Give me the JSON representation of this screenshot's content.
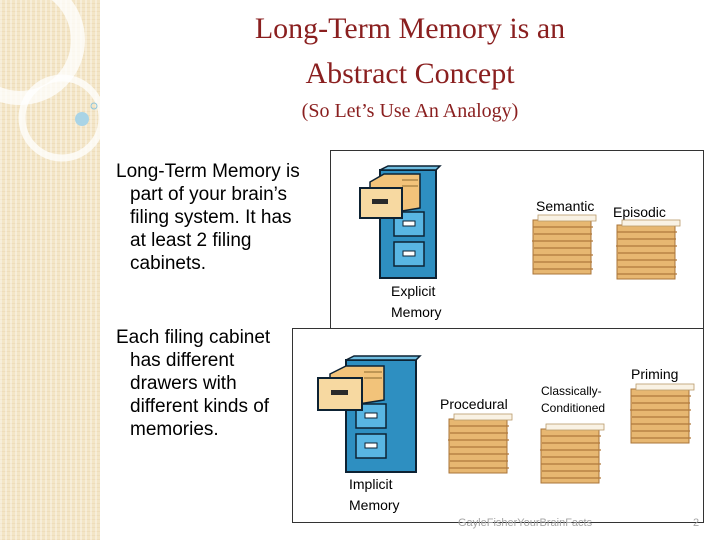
{
  "slide": {
    "title_line1": "Long-Term Memory is an",
    "title_line2": "Abstract Concept",
    "subtitle": "(So Let’s Use An Analogy)",
    "bullets": [
      "Long-Term Memory is part of your brain’s filing system.  It has at least 2 filing cabinets.",
      "Each filing cabinet has different drawers with different kinds of memories."
    ]
  },
  "explicit_panel": {
    "cabinet_label_line1": "Explicit",
    "cabinet_label_line2": "Memory",
    "file_labels": [
      "Semantic",
      "Episodic"
    ]
  },
  "implicit_panel": {
    "cabinet_label_line1": "Implicit",
    "cabinet_label_line2": "Memory",
    "file_labels": [
      "Procedural",
      "Classically-",
      "Conditioned",
      "Priming"
    ]
  },
  "footer": {
    "source": "GayleFisherYourBrainFacts",
    "page_number": "2"
  },
  "colors": {
    "title": "#8a1f1f",
    "sidebar": "#f3e5c6",
    "cabinet_blue": "#2e8fc1",
    "folder_tan": "#f2c37a"
  },
  "icons": [
    "filing-cabinet-icon",
    "file-stack-icon"
  ]
}
